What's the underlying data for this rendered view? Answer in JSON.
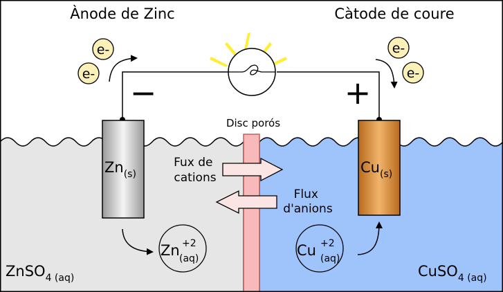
{
  "labels": {
    "anode_title": "Ànode de Zinc",
    "cathode_title": "Càtode de coure",
    "minus": "−",
    "plus": "+",
    "electron": "e-",
    "porous_disc": "Disc porós",
    "cation_flux_line1": "Fux de",
    "cation_flux_line2": "cations",
    "anion_flux_line1": "Flux",
    "anion_flux_line2": "d'anions",
    "zn_electrode": "Zn",
    "zn_electrode_state": "(s)",
    "cu_electrode": "Cu",
    "cu_electrode_state": "(s)",
    "zn_ion": "Zn",
    "zn_ion_charge": "+2",
    "zn_ion_state": "(aq)",
    "cu_ion": "Cu",
    "cu_ion_charge": "+2",
    "cu_ion_state": "(aq)",
    "left_solution": "ZnSO",
    "left_solution_sub": "4 (aq)",
    "right_solution": "CuSO",
    "right_solution_sub": "4 (aq)"
  },
  "colors": {
    "left_solution": "#e6e6e6",
    "right_solution": "#9fc4fb",
    "porous_disc": "#f7b9b9",
    "porous_disc_border": "#c06060",
    "flux_arrow_fill": "#fbe4e4",
    "electron_fill": "#fbf0b8",
    "light_rays": "#ffee33",
    "zinc_electrode": "#d6d6d6",
    "copper_electrode": "#d98c36"
  }
}
